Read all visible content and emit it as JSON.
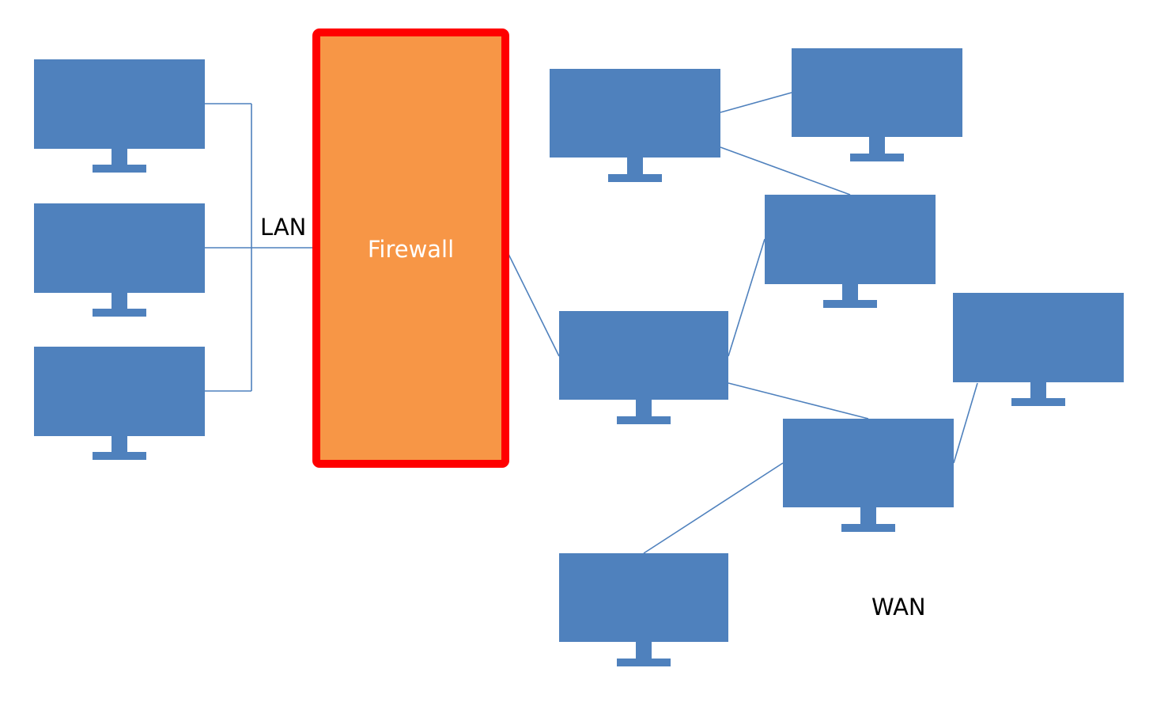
{
  "diagram": {
    "firewall": {
      "label": "Firewall",
      "fill_color": "#F79646",
      "border_color": "#FF0000"
    },
    "zones": {
      "lan": "LAN",
      "wan": "WAN"
    },
    "monitor_color": "#4F81BD",
    "link_color": "#4F81BD",
    "icons": {
      "lan_computers": [
        "monitor-icon",
        "monitor-icon",
        "monitor-icon"
      ],
      "wan_computers": [
        "monitor-icon",
        "monitor-icon",
        "monitor-icon",
        "monitor-icon",
        "monitor-icon",
        "monitor-icon",
        "monitor-icon"
      ]
    }
  }
}
